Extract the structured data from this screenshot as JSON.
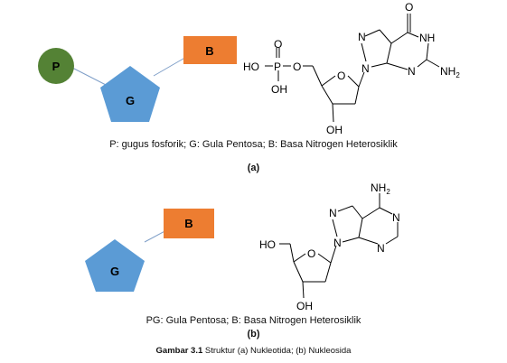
{
  "colors": {
    "phosphate": "#548235",
    "sugar": "#5b9bd5",
    "base": "#ed7d31",
    "line": "#7f9fc8",
    "bond": "#000000"
  },
  "part_a": {
    "phosphate_label": "P",
    "sugar_label": "G",
    "base_label": "B",
    "structure_labels": {
      "hydroxyl_left": "HO",
      "phosphorus": "P",
      "oxygen_top": "O",
      "oxygen_link": "O",
      "hydroxyl_bottom": "OH",
      "ring_oxygen": "O",
      "hydroxyl_3prime": "OH",
      "carbonyl_o": "O",
      "nh": "NH",
      "n7": "N",
      "n9": "N",
      "n3": "N",
      "nh2": "NH",
      "nh2_sub": "2"
    },
    "caption": "P: gugus fosforik; G: Gula Pentosa; B: Basa Nitrogen Heterosiklik",
    "label": "(a)"
  },
  "part_b": {
    "sugar_label": "G",
    "base_label": "B",
    "structure_labels": {
      "nh2": "NH",
      "nh2_sub": "2",
      "n7": "N",
      "n1": "N",
      "n9": "N",
      "n3": "N",
      "hydroxyl_5prime": "HO",
      "ring_oxygen": "O",
      "hydroxyl_3prime": "OH"
    },
    "caption": "PG: Gula Pentosa; B: Basa Nitrogen Heterosiklik",
    "label": "(b)"
  },
  "figure_caption": {
    "number": "Gambar 3.1",
    "text": " Struktur (a) Nukleotida; (b) Nukleosida"
  }
}
